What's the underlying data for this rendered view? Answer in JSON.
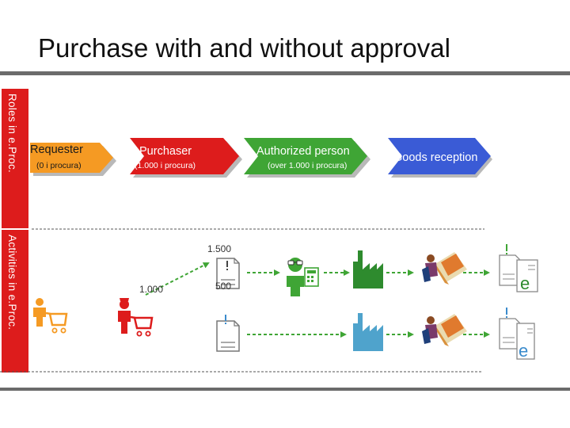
{
  "slide": {
    "title": "Purchase with and without approval"
  },
  "sections": {
    "roles_label": "Roles in e.Proc.",
    "activities_label": "Activities in e.Proc."
  },
  "roles": [
    {
      "name": "Requester",
      "sub": "(0 i procura)",
      "color": "#f59a23"
    },
    {
      "name": "Purchaser",
      "sub": "(1.000 i procura)",
      "color": "#dd1c1c"
    },
    {
      "name": "Authorized person",
      "sub": "(over 1.000 i procura)",
      "color": "#3fa535"
    },
    {
      "name": "Goods reception",
      "sub": "",
      "color": "#3a5bd6"
    }
  ],
  "amounts": {
    "approval_flow": "1.500",
    "purchaser_amount": "1.000",
    "direct_flow": "500"
  },
  "icons": {
    "cart": "shopping-cart-icon",
    "order_form": "order-form-icon",
    "approver": "approver-person-icon",
    "factory": "factory-icon",
    "delivery": "delivery-worker-icon",
    "invoice": "e-invoice-icon"
  },
  "colors": {
    "accent_red": "#dd1c1c",
    "orange": "#f59a23",
    "green": "#3fa535",
    "blue": "#3a5bd6",
    "factory_blue": "#4fa3cc",
    "flow_arrow": "#3fa535"
  }
}
